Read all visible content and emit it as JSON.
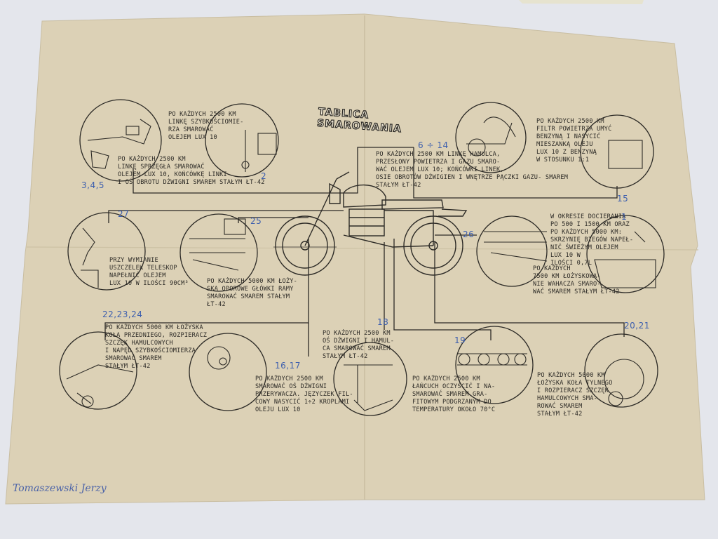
{
  "title": {
    "line1": "TABLICA",
    "line2": "SMAROWANIA"
  },
  "notes": {
    "n1": "PO KAŻDYCH 2500 km\nLINKĘ SZYBKOŚCIOMIE-\nRZA SMAROWAĆ\nOLEJEM LUX 10",
    "n2": "PO KAŻDYCH 2500 km\nLINKĘ SPRZĘGŁA SMAROWAĆ\nOLEJEM LUX 10, KOŃCÓWKĘ LINKI\nI OŚ OBROTU DŹWIGNI SMAREM STAŁYM ŁT-42",
    "n3": "PO KAŻDYCH 2500 km LINKĘ HAMULCA,\nPRZESŁONY POWIETRZA I GAZU SMARO-\nWAĆ OLEJEM LUX 10; KOŃCÓWKI LINEK,\nOSIE OBROTÓW DŹWIGIEN I WNĘTRZE PĄCZKI GAZU- SMAREM\nSTAŁYM ŁT-42",
    "n4": "PO KAŻDYCH 2500 km\nFILTR POWIETRZA UMYĆ\nBENZYNĄ I NASYCIĆ\nMIESZANKĄ OLEJU\nLUX 10 Z BENZYNĄ\nW STOSUNKU 1:1",
    "n5": "PRZY WYMIANIE\nUSZCZELEK TELESKOP\nNAPEŁNIĆ OLEJEM\nLUX 10 W ILOŚCI 90cm³",
    "n6": "PO KAŻDYCH 5000 km ŁOŻY-\nSKA OPOROWE GŁÓWKI RAMY\nSMAROWAĆ SMAREM STAŁYM\nŁT-42",
    "n7": "W OKRESIE DOCIERANIA\nPO 500 I 1500 km ORAZ\nPO KAŻDYCH 5000 km:\nSKRZYNIĘ BIEGÓW NAPEŁ-\nNIĆ ŚWIEŻYM OLEJEM\nLUX 10 W\nILOŚCI 0,7l",
    "n8": "PO KAŻDYCH\n7500 km ŁOŻYSKOWA-\nNIE WAHACZA SMARO-\nWAĆ SMAREM STAŁYM ŁT-42",
    "n9": "PO KAŻDYCH 5000 km ŁOŻYSKA\nKOŁA PRZEDNIEGO, ROZPIERACZ\nSZCZĘK HAMULCOWYCH\nI NAPĘD SZYBKOŚCIOMIERZA\nSMAROWAĆ SMAREM\nSTAŁYM ŁT-42",
    "n10": "PO KAŻDYCH 2500 km\nSMAROWAĆ OŚ DŹWIGNI\nPRZERYWACZA. JĘZYCZEK FIL-\nCOWY NASYCIĆ 1÷2 KROPLAMI\nOLEJU LUX 10",
    "n11": "PO KAŻDYCH 2500 km\nOŚ DŹWIGNI I HAMUL-\nCA SMAROWAĆ SMAREM\nSTAŁYM ŁT-42",
    "n12": "PO KAŻDYCH 2500 km\nŁAŃCUCH OCZYŚCIĆ I NA-\nSMAROWAĆ SMAREM GRA-\nFITOWYM PODGRZANYM DO\nTEMPERATURY OKOŁO 70°C",
    "n13": "PO KAŻDYCH 5000 km\nŁOŻYSKA KOŁA TYLNEGO\nI ROZPIERACZ SZCZĘK\nHAMULCOWYCH SMA-\nROWAĆ SMAREM\nSTAŁYM ŁT-42"
  },
  "numbers": {
    "k2": "2",
    "k345": "3,4,5",
    "k614": "6 ÷ 14",
    "k15": "15",
    "k27": "27",
    "k25": "25",
    "k1": "1",
    "k26": "26",
    "k222324": "22,23,24",
    "k1617": "16,17",
    "k18": "18",
    "k19": "19",
    "k2021": "20,21"
  },
  "signature": "Tomaszewski Jerzy",
  "colors": {
    "paper": "#dcd1b6",
    "ink": "#2c2a26",
    "pen": "#3d5fae",
    "background": "#e4e6ec"
  }
}
